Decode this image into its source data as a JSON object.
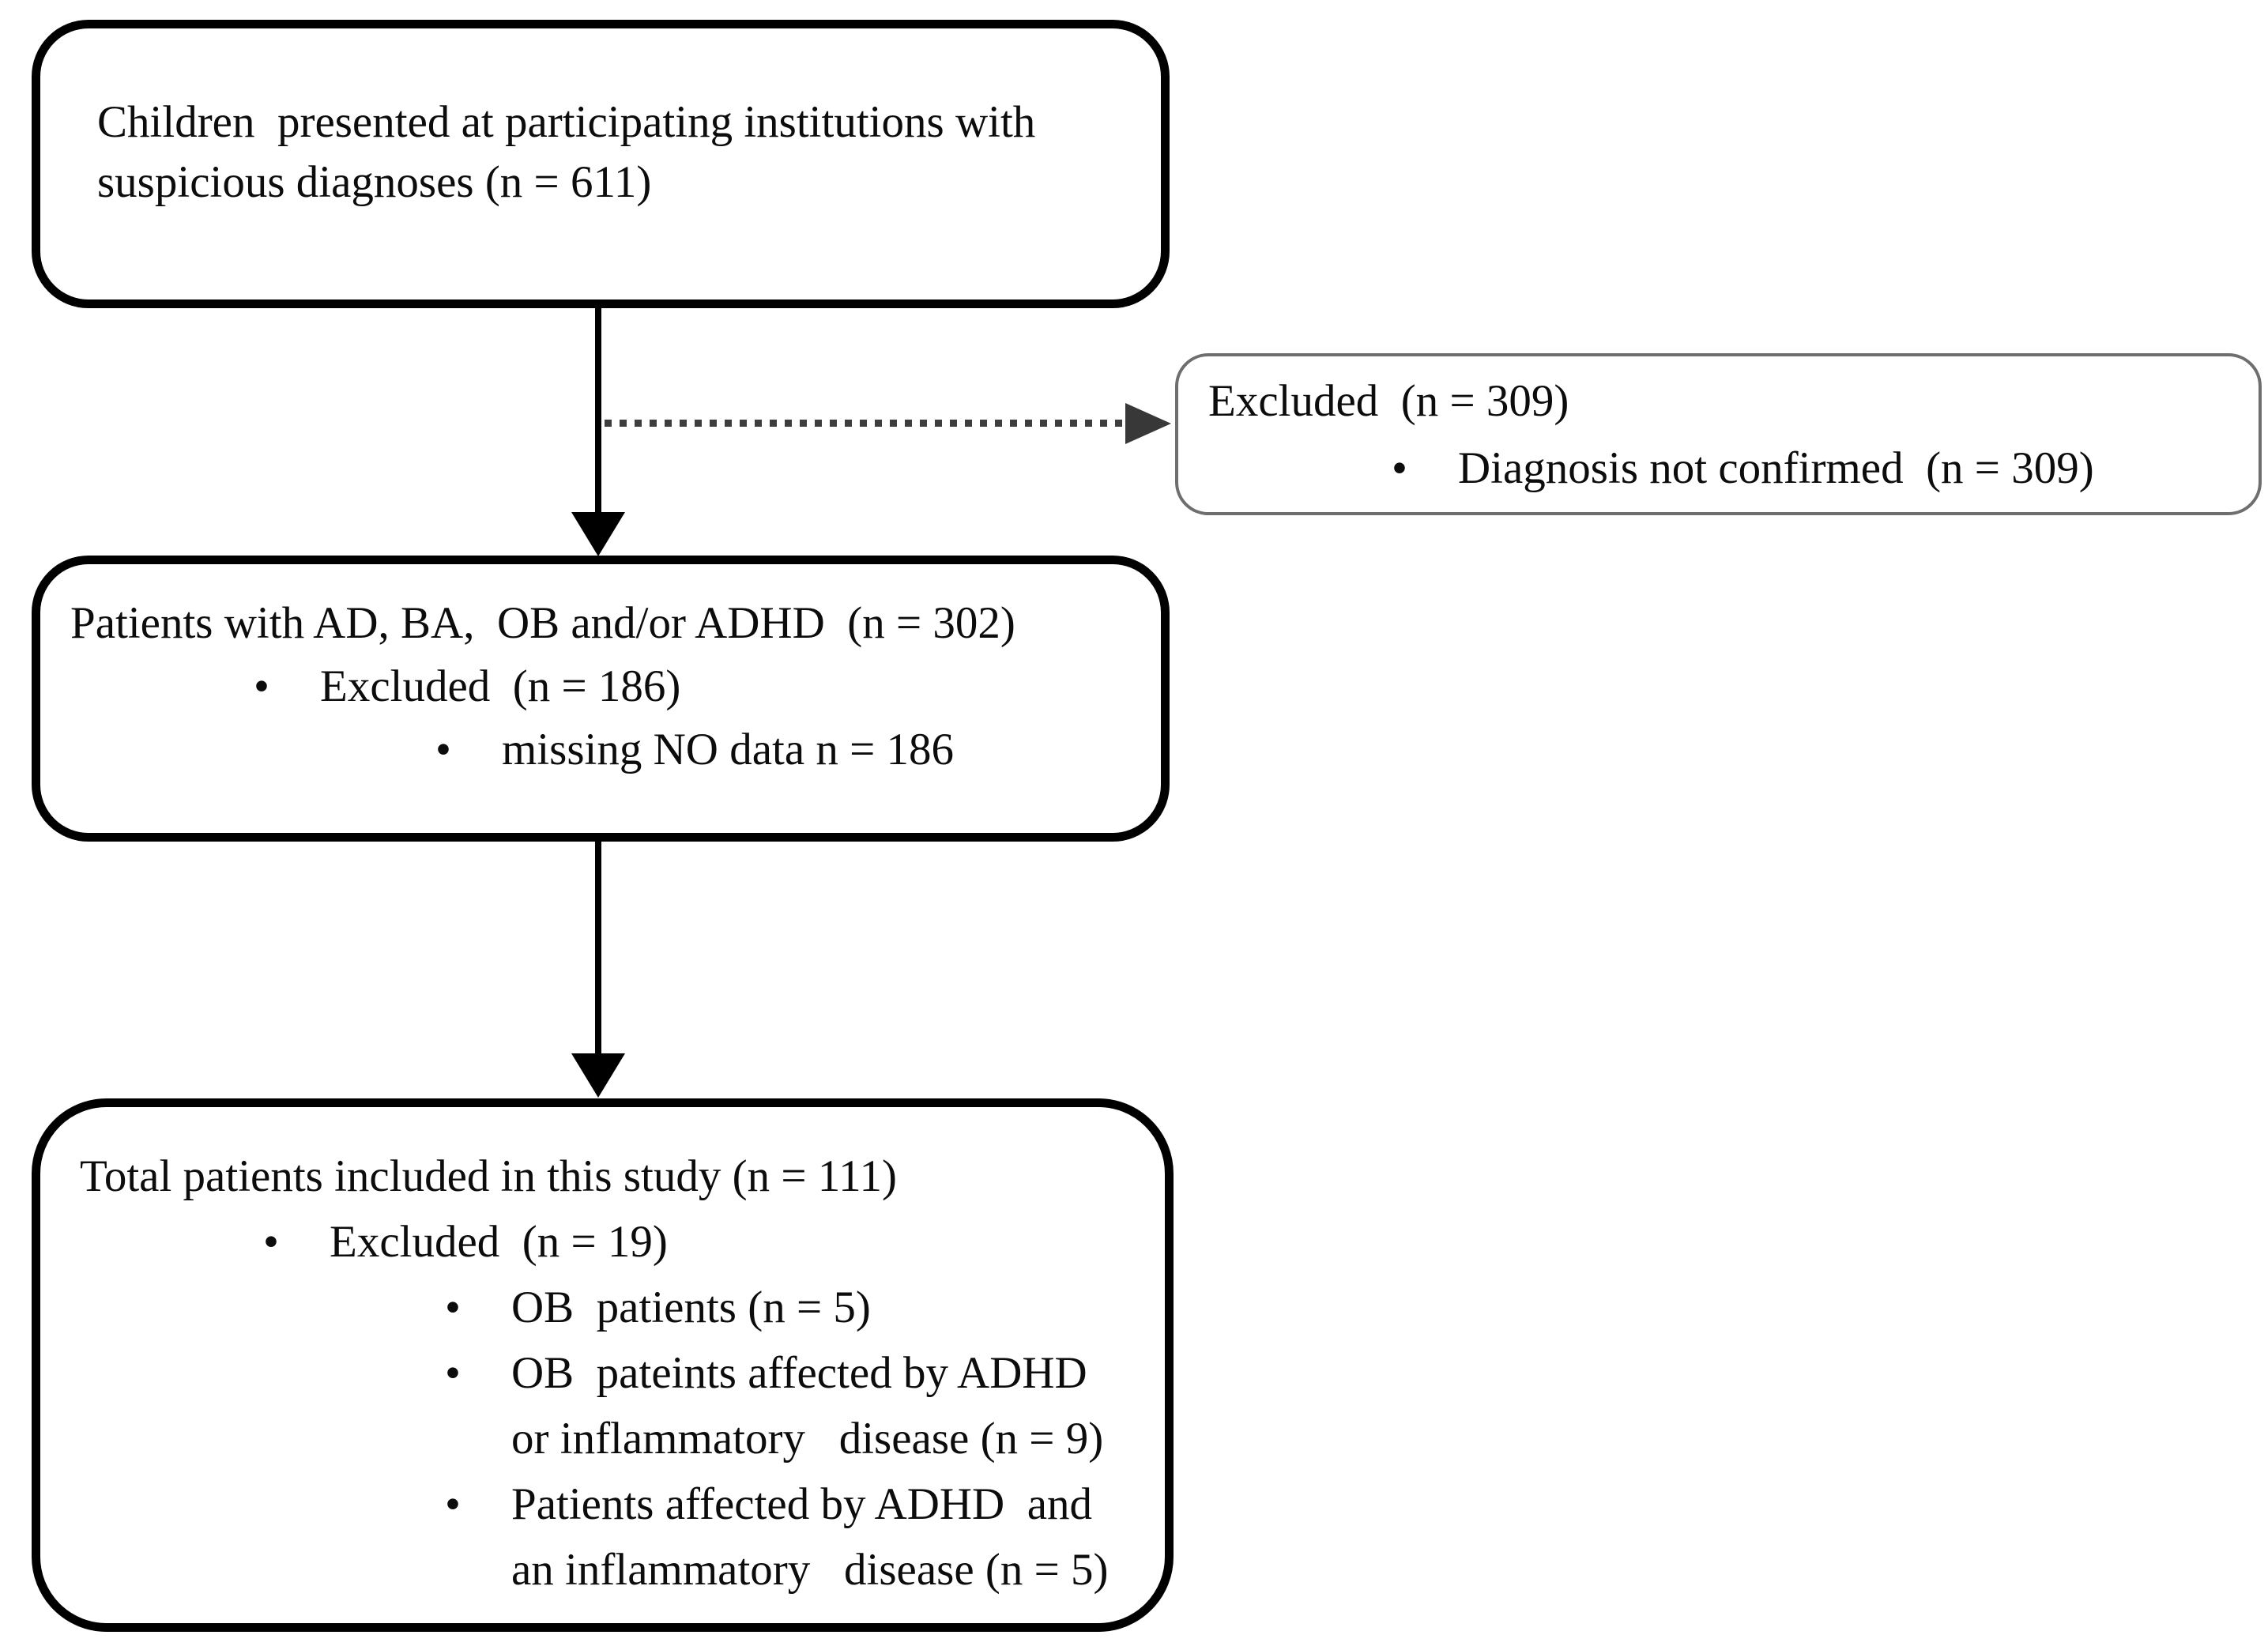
{
  "figure_type": "study-flow-diagram",
  "glyphs": {
    "bullet": "•"
  },
  "colors": {
    "background": "#ffffff",
    "text": "#0c0c0c",
    "main_box_border": "#000000",
    "excluded_box_border": "#6e6e6e",
    "solid_arrow": "#000000",
    "dotted_arrow": "#3d3d3d"
  },
  "counts": {
    "presented": 611,
    "excluded_first": 309,
    "diagnosis_not_confirmed": 309,
    "with_ad_ba_ob_adhd": 302,
    "excluded_second": 186,
    "missing_no_data": 186,
    "total_included": 111,
    "excluded_third": 19,
    "ob_patients": 5,
    "ob_adhd_or_inflammatory": 9,
    "adhd_and_inflammatory": 5
  },
  "boxes": {
    "top": {
      "lines": [
        {
          "text": "Children  presented at participating institutions with"
        },
        {
          "text": "suspicious diagnoses (n = 611)"
        }
      ]
    },
    "excluded": {
      "lines": [
        {
          "text": "Excluded  (n = 309)"
        },
        {
          "text": "Diagnosis not confirmed  (n = 309)"
        }
      ]
    },
    "middle": {
      "lines": [
        {
          "text": "Patients with AD, BA,  OB and/or ADHD  (n = 302)"
        },
        {
          "text": "Excluded  (n = 186)"
        },
        {
          "text": "missing NO data n = 186"
        }
      ]
    },
    "bottom": {
      "lines": [
        {
          "text": "Total patients included in this study (n = 111)"
        },
        {
          "text": "Excluded  (n = 19)"
        },
        {
          "text": "OB  patients (n = 5)"
        },
        {
          "text": "OB  pateints affected by ADHD"
        },
        {
          "text": "or inflammatory   disease (n = 9)"
        },
        {
          "text": "Patients affected by ADHD  and"
        },
        {
          "text": "an inflammatory   disease (n = 5)"
        }
      ]
    }
  }
}
